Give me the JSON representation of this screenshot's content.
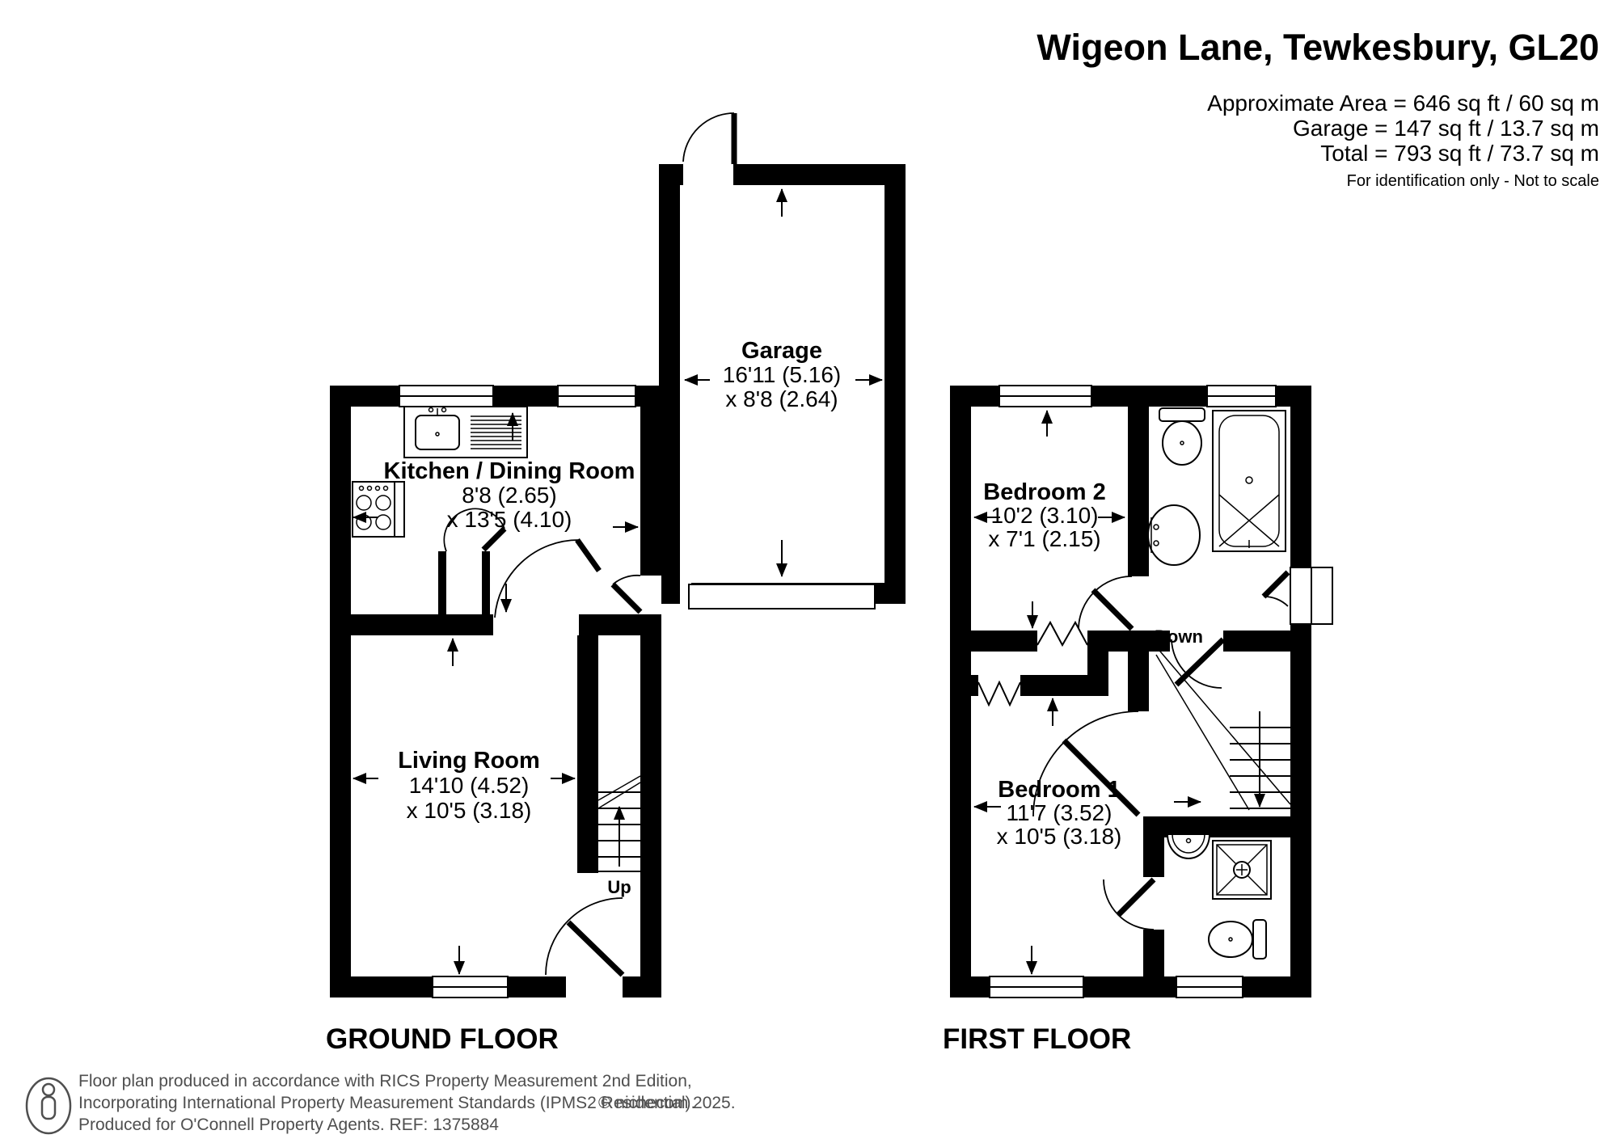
{
  "header": {
    "title": "Wigeon Lane, Tewkesbury, GL20",
    "area_line1": "Approximate Area = 646 sq ft / 60 sq m",
    "area_line2": "Garage = 147 sq ft / 13.7 sq m",
    "area_line3": "Total = 793 sq ft / 73.7 sq m",
    "disclaimer": "For identification only - Not to scale"
  },
  "ground_floor": {
    "label": "GROUND FLOOR",
    "stairs_label": "Up",
    "rooms": {
      "kitchen": {
        "name": "Kitchen / Dining Room",
        "dim1": "8'8 (2.65)",
        "dim2": "x 13'5 (4.10)"
      },
      "living": {
        "name": "Living Room",
        "dim1": "14'10 (4.52)",
        "dim2": "x 10'5 (3.18)"
      },
      "garage": {
        "name": "Garage",
        "dim1": "16'11 (5.16)",
        "dim2": "x 8'8 (2.64)"
      }
    }
  },
  "first_floor": {
    "label": "FIRST FLOOR",
    "stairs_label": "Down",
    "rooms": {
      "bedroom2": {
        "name": "Bedroom 2",
        "dim1": "10'2 (3.10)",
        "dim2": "x 7'1 (2.15)"
      },
      "bedroom1": {
        "name": "Bedroom 1",
        "dim1": "11'7 (3.52)",
        "dim2": "x 10'5 (3.18)"
      }
    }
  },
  "footer": {
    "line1": "Floor plan produced in accordance with RICS Property Measurement 2nd Edition,",
    "line2": "Incorporating International Property Measurement Standards (IPMS2 Residential).",
    "copyright": "© nichecom 2025.",
    "line3": "Produced for O'Connell Property Agents.   REF: 1375884"
  },
  "colors": {
    "wall": "#000000",
    "background": "#ffffff",
    "footer_text": "#4f4f4f"
  }
}
